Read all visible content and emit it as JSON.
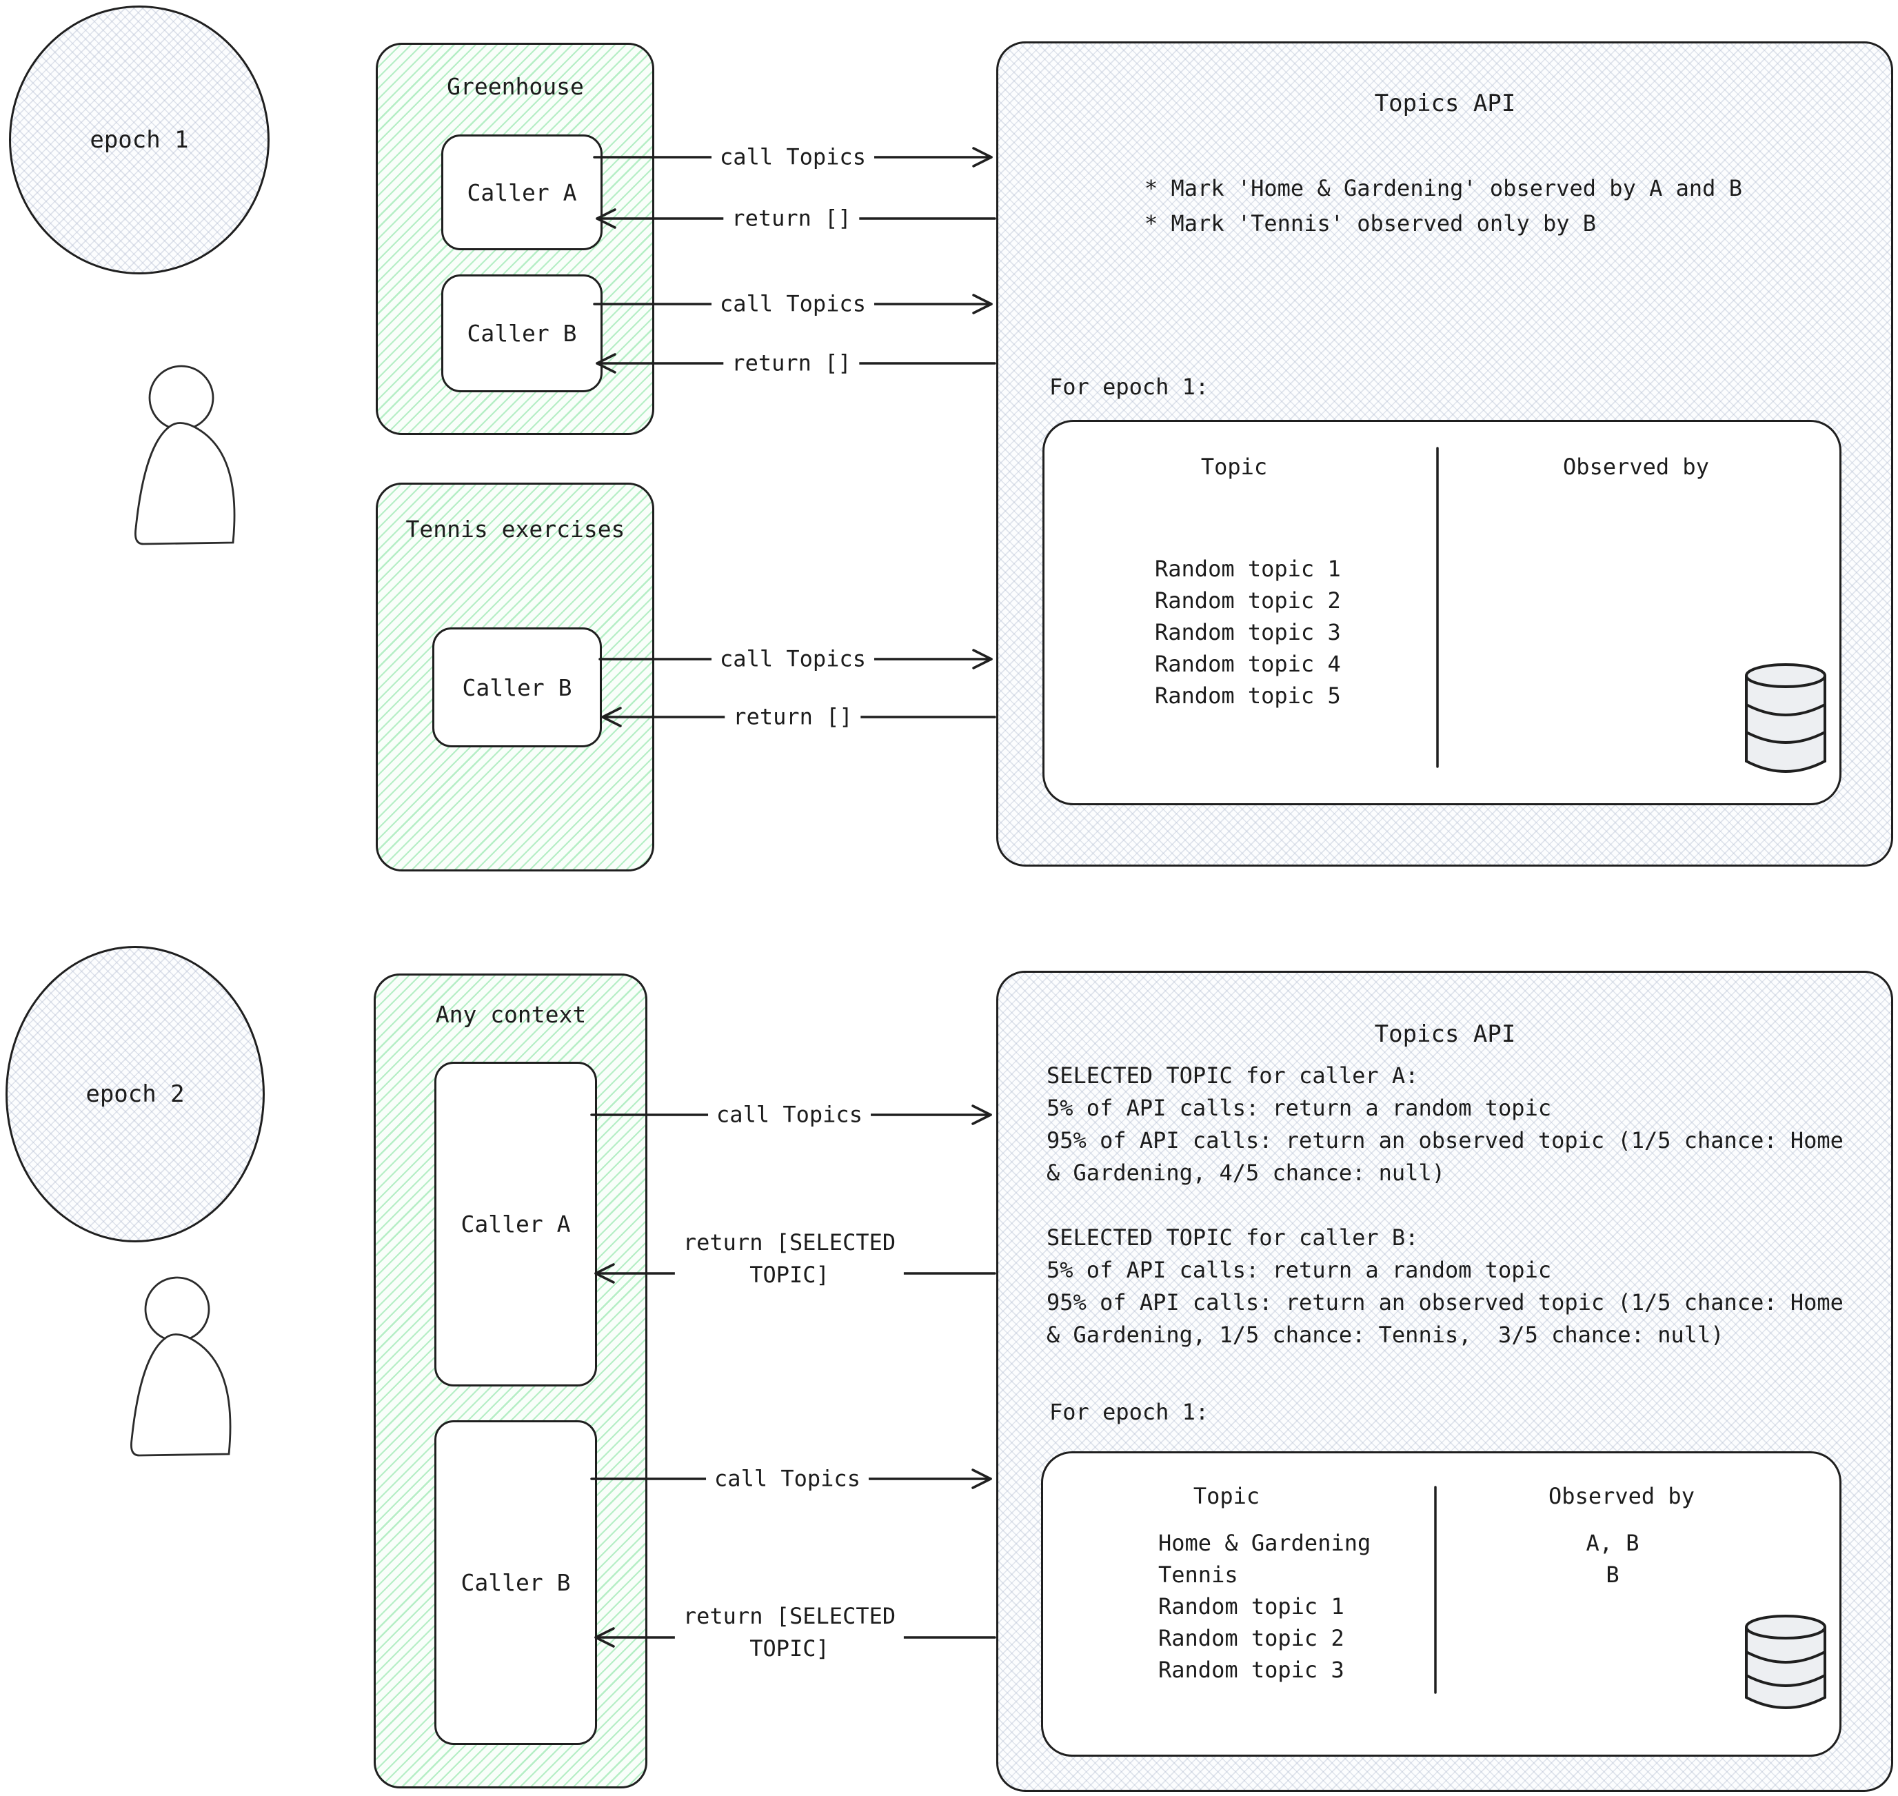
{
  "palette": {
    "stroke": "#1f1f1f",
    "green_hatch_line": "#7de09a",
    "gray_hatch_line": "#b0bacf",
    "paper": "#ffffff"
  },
  "icons": {
    "database": "database-cylinder",
    "user": "person-silhouette"
  },
  "epoch1": {
    "circle_label": "epoch 1",
    "greenhouse": {
      "title": "Greenhouse",
      "caller_a": "Caller A",
      "caller_b": "Caller B"
    },
    "tennis": {
      "title": "Tennis exercises",
      "caller_b": "Caller B"
    },
    "arrows": {
      "call": "call Topics",
      "ret": "return []"
    },
    "api": {
      "title": "Topics API",
      "notes": "* Mark 'Home & Gardening' observed by A and B\n* Mark 'Tennis' observed only by B",
      "epoch_label": "For epoch 1:",
      "table": {
        "col_topic": "Topic",
        "col_observed": "Observed by",
        "rows": [
          {
            "topic": "Random topic 1",
            "observed": ""
          },
          {
            "topic": "Random topic 2",
            "observed": ""
          },
          {
            "topic": "Random topic 3",
            "observed": ""
          },
          {
            "topic": "Random topic 4",
            "observed": ""
          },
          {
            "topic": "Random topic 5",
            "observed": ""
          }
        ]
      }
    }
  },
  "epoch2": {
    "circle_label": "epoch 2",
    "context": {
      "title": "Any context",
      "caller_a": "Caller A",
      "caller_b": "Caller B"
    },
    "arrows": {
      "call": "call Topics",
      "ret": "return [SELECTED\nTOPIC]"
    },
    "api": {
      "title": "Topics API",
      "selected_a": "SELECTED TOPIC for caller A:\n5% of API calls: return a random topic\n95% of API calls: return an observed topic (1/5 chance: Home\n& Gardening, 4/5 chance: null)",
      "selected_b": "SELECTED TOPIC for caller B:\n5% of API calls: return a random topic\n95% of API calls: return an observed topic (1/5 chance: Home\n& Gardening, 1/5 chance: Tennis,  3/5 chance: null)",
      "epoch_label": "For epoch 1:",
      "table": {
        "col_topic": "Topic",
        "col_observed": "Observed by",
        "rows": [
          {
            "topic": "Home & Gardening",
            "observed": "A, B"
          },
          {
            "topic": "Tennis",
            "observed": "B"
          },
          {
            "topic": "Random topic 1",
            "observed": ""
          },
          {
            "topic": "Random topic 2",
            "observed": ""
          },
          {
            "topic": "Random topic 3",
            "observed": ""
          }
        ]
      }
    }
  }
}
